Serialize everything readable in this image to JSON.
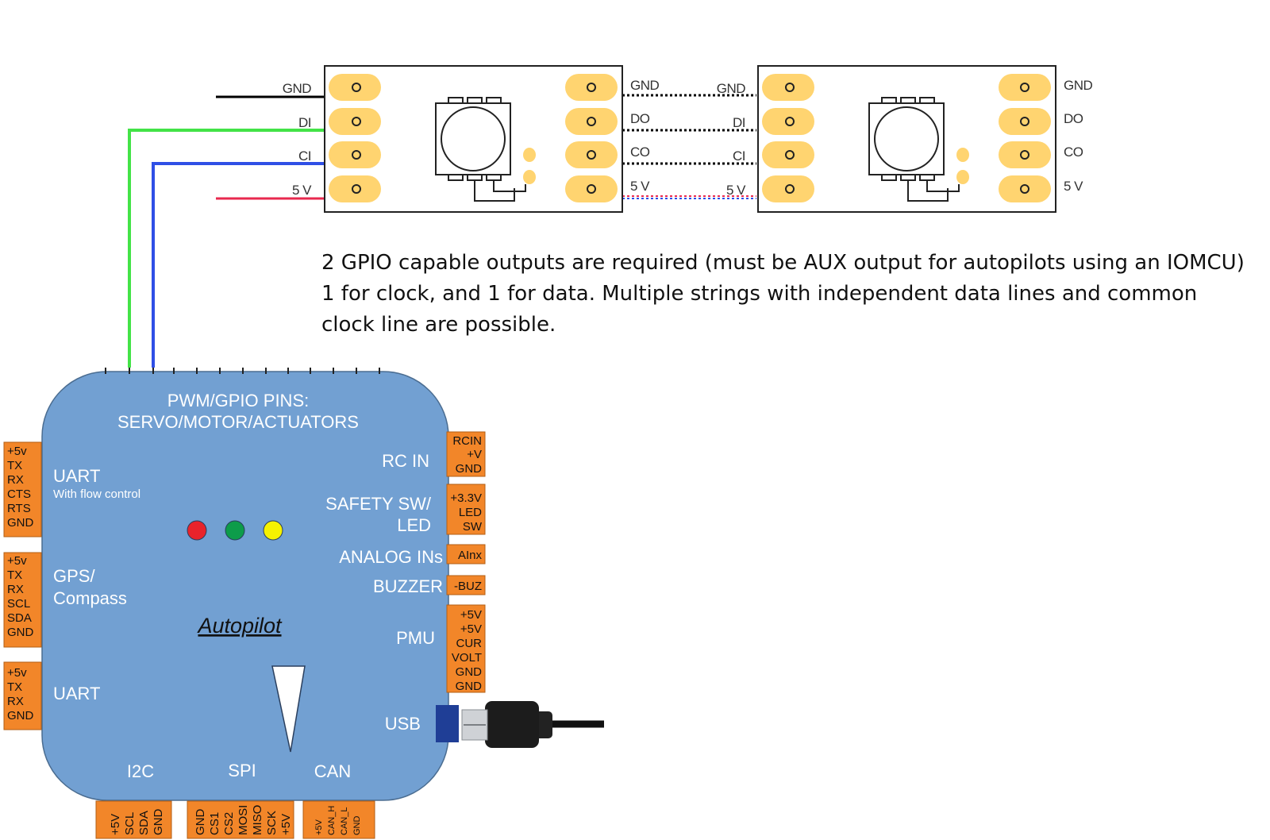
{
  "colors": {
    "board": "#72a0d2",
    "pad": "#ffd470",
    "connector": "#f28629",
    "gnd_wire": "#000000",
    "di_wire": "#43e347",
    "ci_wire": "#2f4fe6",
    "v5_wire": "#e8294f",
    "led_red": "#e8232b",
    "led_green": "#0d9c4a",
    "led_yellow": "#f6f200",
    "usb_plug": "#1f3e96"
  },
  "strip": {
    "segment1_left_labels": [
      "GND",
      "DI",
      "CI",
      "5 V"
    ],
    "segment1_right_labels": [
      "GND",
      "DO",
      "CO",
      "5 V"
    ],
    "segment2_left_labels": [
      "GND",
      "DI",
      "CI",
      "5 V"
    ],
    "segment2_right_labels": [
      "GND",
      "DO",
      "CO",
      "5 V"
    ]
  },
  "note_lines": [
    "2 GPIO capable outputs are required (must be AUX output for autopilots using an IOMCU)",
    "1 for clock, and 1 for data. Multiple strings with independent data lines and common",
    "clock line are possible."
  ],
  "board": {
    "pwm_title_line1": "PWM/GPIO PINS:",
    "pwm_title_line2": "SERVO/MOTOR/ACTUATORS",
    "uart1": "UART",
    "uart1_sub": "With flow control",
    "gps_line1": "GPS/",
    "gps_line2": "Compass",
    "uart2": "UART",
    "name": "Autopilot",
    "rc_in": "RC IN",
    "safety_line1": "SAFETY SW/",
    "safety_line2": "LED",
    "analog": "ANALOG INs",
    "buzzer": "BUZZER",
    "pmu": "PMU",
    "usb": "USB",
    "i2c": "I2C",
    "spi": "SPI",
    "can": "CAN"
  },
  "pins": {
    "uart1": [
      "+5v",
      "TX",
      "RX",
      "CTS",
      "RTS",
      "GND"
    ],
    "gps": [
      "+5v",
      "TX",
      "RX",
      "SCL",
      "SDA",
      "GND"
    ],
    "uart2": [
      "+5v",
      "TX",
      "RX",
      "GND"
    ],
    "rcin": [
      "RCIN",
      "+V",
      "GND"
    ],
    "safety": [
      "+3.3V",
      "LED",
      "SW"
    ],
    "analog": [
      "AInx"
    ],
    "buzzer": [
      "-BUZ"
    ],
    "pmu": [
      "+5V",
      "+5V",
      "CUR",
      "VOLT",
      "GND",
      "GND"
    ],
    "i2c": [
      "+5V",
      "SCL",
      "SDA",
      "GND"
    ],
    "spi": [
      "GND",
      "CS1",
      "CS2",
      "MOSI",
      "MISO",
      "SCK",
      "+5V"
    ],
    "can": [
      "+5V",
      "CAN_H",
      "CAN_L",
      "GND"
    ]
  }
}
